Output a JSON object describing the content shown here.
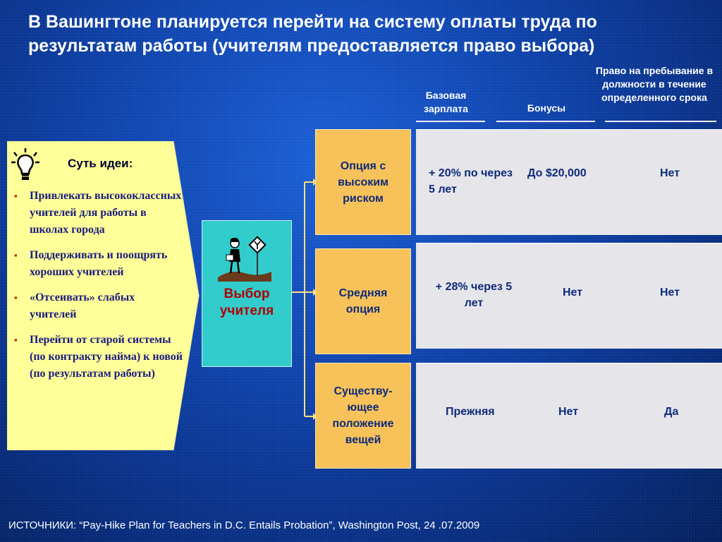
{
  "title": "В Вашингтоне планируется перейти на систему оплаты труда по результатам работы (учителям предоставляется право выбора)",
  "columns": {
    "base_salary": "Базовая зарплата",
    "bonuses": "Бонусы",
    "tenure": "Право на пребывание в должности в течение определенного срока"
  },
  "idea": {
    "heading": "Суть идеи:",
    "items": [
      "Привлекать высококлассных учителей для работы в школах города",
      "Поддерживать и поощрять хороших учителей",
      "«Отсеивать» слабых учителей",
      "Перейти от старой системы (по контракту найма) к новой (по результатам работы)"
    ]
  },
  "teacher_choice": "Выбор учителя",
  "options": [
    {
      "label": "Опция с высоким риском",
      "base": "+ 20% по через 5 лет",
      "bonus": "До $20,000",
      "tenure": "Нет"
    },
    {
      "label": "Средняя опция",
      "base": "+ 28% через 5 лет",
      "bonus": "Нет",
      "tenure": "Нет"
    },
    {
      "label": "Существу-ющее положение вещей",
      "base": "Прежняя",
      "bonus": "Нет",
      "tenure": "Да"
    }
  ],
  "source": "ИСТОЧНИКИ: “Pay-Hike Plan for Teachers in D.C. Entails Probation”, Washington Post, 24 .07.2009",
  "colors": {
    "background": "#0d3fa6",
    "option_fill": "#f7c25a",
    "idea_fill": "#ffff99",
    "teacher_fill": "#33cccc",
    "teacher_label": "#b00000",
    "row_fill": "#e6e6ea"
  }
}
